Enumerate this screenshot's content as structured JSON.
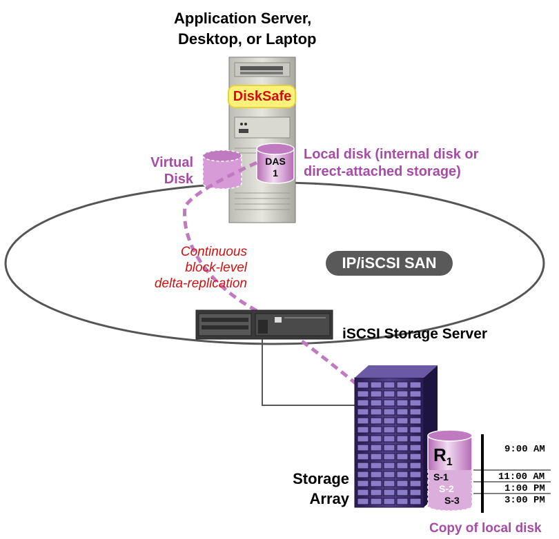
{
  "title_line1": "Application Server,",
  "title_line2": "Desktop, or Laptop",
  "disksafe_label": "DiskSafe",
  "das_label_1": "DAS",
  "das_label_2": "1",
  "virtual_disk_1": "Virtual",
  "virtual_disk_2": "Disk",
  "local_disk_1": "Local disk (internal disk or",
  "local_disk_2": "direct-attached storage)",
  "replication_1": "Continuous",
  "replication_2": "block-level",
  "replication_3": "delta-replication",
  "san_label": "IP/iSCSI SAN",
  "storage_server_label": "iSCSI Storage Server",
  "storage_array_1": "Storage",
  "storage_array_2": "Array",
  "r_label": "R",
  "r_sub": "1",
  "snapshots": [
    {
      "label": "S-1",
      "time": "11:00 AM"
    },
    {
      "label": "S-2",
      "time": "1:00 PM"
    },
    {
      "label": "S-3",
      "time": "3:00 PM"
    }
  ],
  "r_time": "9:00 AM",
  "copy_label": "Copy of local disk",
  "colors": {
    "accent_purple": "#a64ca6",
    "red_text": "#d01010",
    "disksafe_bg": "#fff27a"
  }
}
